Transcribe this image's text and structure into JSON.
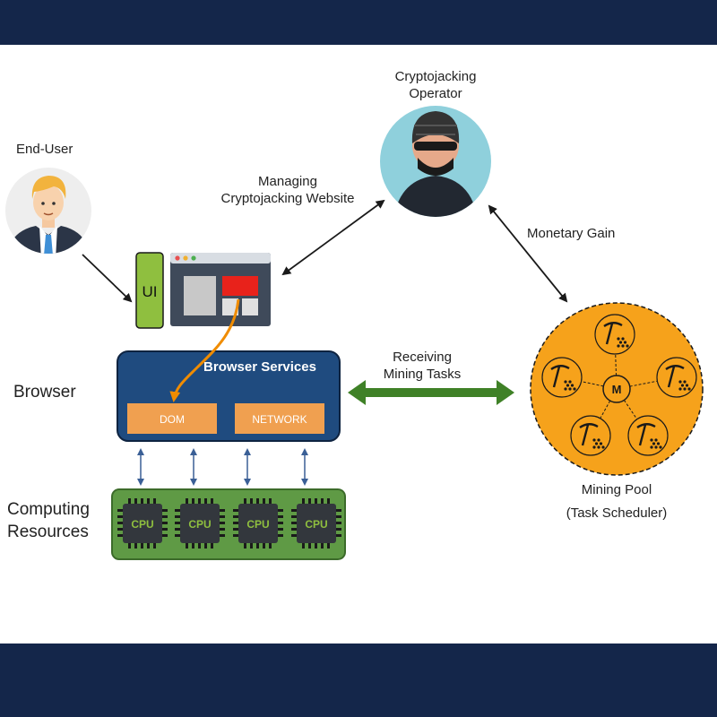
{
  "actors": {
    "end_user": "End-User",
    "operator_line1": "Cryptojacking",
    "operator_line2": "Operator"
  },
  "edges": {
    "managing_line1": "Managing",
    "managing_line2": "Cryptojacking Website",
    "monetary_gain": "Monetary Gain",
    "receiving_line1": "Receiving",
    "receiving_line2": "Mining Tasks"
  },
  "browser": {
    "label": "Browser",
    "ui_label": "UI",
    "services_title": "Browser Services",
    "dom_label": "DOM",
    "network_label": "NETWORK"
  },
  "computing": {
    "label_line1": "Computing",
    "label_line2": "Resources",
    "cpus": [
      "CPU",
      "CPU",
      "CPU",
      "CPU"
    ]
  },
  "mining_pool": {
    "label_line1": "Mining Pool",
    "label_line2": "(Task Scheduler)",
    "center_symbol": "M"
  },
  "colors": {
    "band": "#14264a",
    "browser_box": "#1f4b7f",
    "service_box": "#f0a050",
    "orange_arrow": "#f08c00",
    "green_arrow": "#3f8127",
    "ui_box": "#8fbf3f",
    "cpu_board": "#5f9a45",
    "pool": "#f6a21b",
    "red_panel": "#e8221b"
  },
  "icons": {
    "end_user": "businessman-avatar",
    "operator": "hacker-avatar",
    "web_window": "browser-window-icon",
    "miner": "pickaxe-icon",
    "coin": "monero-coin-icon"
  }
}
